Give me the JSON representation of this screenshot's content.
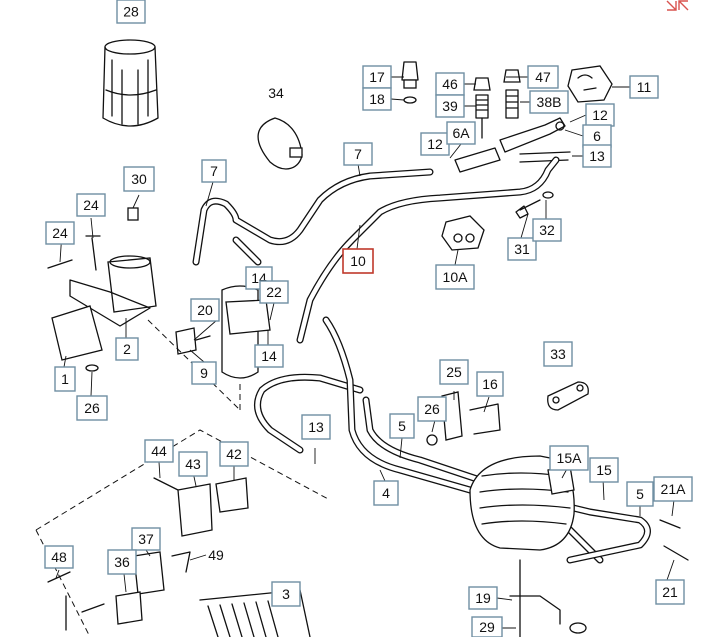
{
  "diagram": {
    "callouts": [
      {
        "id": "28",
        "label": "28",
        "highlight": false
      },
      {
        "id": "17",
        "label": "17",
        "highlight": false
      },
      {
        "id": "18",
        "label": "18",
        "highlight": false
      },
      {
        "id": "46",
        "label": "46",
        "highlight": false
      },
      {
        "id": "39",
        "label": "39",
        "highlight": false
      },
      {
        "id": "47",
        "label": "47",
        "highlight": false
      },
      {
        "id": "38B",
        "label": "38B",
        "highlight": false
      },
      {
        "id": "11",
        "label": "11",
        "highlight": false
      },
      {
        "id": "12a",
        "label": "12",
        "highlight": false
      },
      {
        "id": "12b",
        "label": "12",
        "highlight": false
      },
      {
        "id": "6A",
        "label": "6A",
        "highlight": false
      },
      {
        "id": "6",
        "label": "6",
        "highlight": false
      },
      {
        "id": "13a",
        "label": "13",
        "highlight": false
      },
      {
        "id": "7a",
        "label": "7",
        "highlight": false
      },
      {
        "id": "7b",
        "label": "7",
        "highlight": false
      },
      {
        "id": "30",
        "label": "30",
        "highlight": false
      },
      {
        "id": "24a",
        "label": "24",
        "highlight": false
      },
      {
        "id": "24b",
        "label": "24",
        "highlight": false
      },
      {
        "id": "31",
        "label": "31",
        "highlight": false
      },
      {
        "id": "32",
        "label": "32",
        "highlight": false
      },
      {
        "id": "10",
        "label": "10",
        "highlight": true
      },
      {
        "id": "10A",
        "label": "10A",
        "highlight": false
      },
      {
        "id": "14a",
        "label": "14",
        "highlight": false
      },
      {
        "id": "22",
        "label": "22",
        "highlight": false
      },
      {
        "id": "20",
        "label": "20",
        "highlight": false
      },
      {
        "id": "2",
        "label": "2",
        "highlight": false
      },
      {
        "id": "14b",
        "label": "14",
        "highlight": false
      },
      {
        "id": "9",
        "label": "9",
        "highlight": false
      },
      {
        "id": "1",
        "label": "1",
        "highlight": false
      },
      {
        "id": "26a",
        "label": "26",
        "highlight": false
      },
      {
        "id": "33",
        "label": "33",
        "highlight": false
      },
      {
        "id": "25",
        "label": "25",
        "highlight": false
      },
      {
        "id": "16",
        "label": "16",
        "highlight": false
      },
      {
        "id": "26b",
        "label": "26",
        "highlight": false
      },
      {
        "id": "13b",
        "label": "13",
        "highlight": false
      },
      {
        "id": "5a",
        "label": "5",
        "highlight": false
      },
      {
        "id": "44",
        "label": "44",
        "highlight": false
      },
      {
        "id": "43",
        "label": "43",
        "highlight": false
      },
      {
        "id": "42",
        "label": "42",
        "highlight": false
      },
      {
        "id": "4",
        "label": "4",
        "highlight": false
      },
      {
        "id": "15A",
        "label": "15A",
        "highlight": false
      },
      {
        "id": "15",
        "label": "15",
        "highlight": false
      },
      {
        "id": "5b",
        "label": "5",
        "highlight": false
      },
      {
        "id": "21A",
        "label": "21A",
        "highlight": false
      },
      {
        "id": "37",
        "label": "37",
        "highlight": false
      },
      {
        "id": "48",
        "label": "48",
        "highlight": false
      },
      {
        "id": "36",
        "label": "36",
        "highlight": false
      },
      {
        "id": "21",
        "label": "21",
        "highlight": false
      },
      {
        "id": "3",
        "label": "3",
        "highlight": false
      },
      {
        "id": "19",
        "label": "19",
        "highlight": false
      },
      {
        "id": "29",
        "label": "29",
        "highlight": false
      }
    ],
    "free_labels": [
      {
        "id": "34",
        "label": "34"
      },
      {
        "id": "49",
        "label": "49"
      }
    ],
    "icons": {
      "corner": "collapse-arrows-icon"
    },
    "colors": {
      "callout_border": "#6f8fa3",
      "highlight_border": "#c0392b",
      "line": "#111111"
    }
  }
}
